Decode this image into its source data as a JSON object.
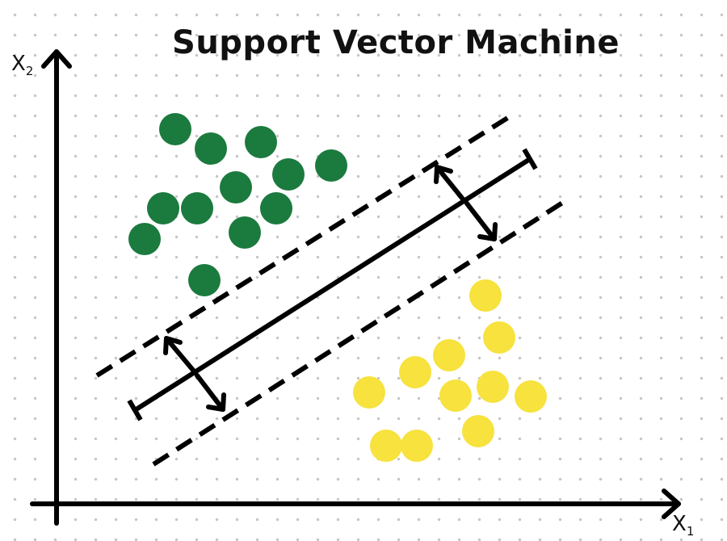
{
  "title": "Support Vector Machine",
  "axes": {
    "x_label_main": "X",
    "x_label_sub": "1",
    "y_label_main": "X",
    "y_label_sub": "2"
  },
  "colors": {
    "class_a": "#1b7a3e",
    "class_b": "#f7e23e",
    "lines": "#000000"
  },
  "shapes": {
    "class_a": "circle",
    "class_b": "circle",
    "hyperplane": "solid-line",
    "margins": "dashed-line",
    "margin_indicator": "double-headed-arrow"
  }
}
